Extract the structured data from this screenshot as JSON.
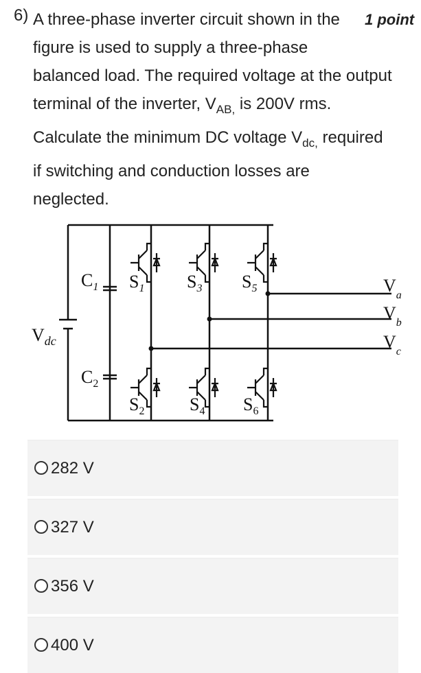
{
  "question": {
    "number": "6)",
    "points": "1 point",
    "lines": [
      "A three-phase inverter circuit shown in the",
      "figure is used to supply a three-phase",
      "balanced load. The required voltage at the output"
    ],
    "line4_pre": "terminal of the inverter, V",
    "line4_sub": "AB,",
    "line4_post": " is 200V rms.",
    "line5_pre": "Calculate the minimum DC voltage V",
    "line5_sub": "dc,",
    "line5_post": " required",
    "line6": "if switching and conduction losses are",
    "line7": "neglected."
  },
  "figure": {
    "vdc_main": "V",
    "vdc_sub": "dc",
    "c1_main": "C",
    "c1_sub": "1",
    "c2_main": "C",
    "c2_sub": "2",
    "switches": [
      {
        "main": "S",
        "sub": "1"
      },
      {
        "main": "S",
        "sub": "3"
      },
      {
        "main": "S",
        "sub": "5"
      },
      {
        "main": "S",
        "sub": "2"
      },
      {
        "main": "S",
        "sub": "4"
      },
      {
        "main": "S",
        "sub": "6"
      }
    ],
    "outputs": [
      {
        "main": "V",
        "sub": "a"
      },
      {
        "main": "V",
        "sub": "b"
      },
      {
        "main": "V",
        "sub": "c"
      }
    ]
  },
  "options": [
    {
      "label": "282 V"
    },
    {
      "label": "327 V"
    },
    {
      "label": "356 V"
    },
    {
      "label": "400 V"
    }
  ]
}
